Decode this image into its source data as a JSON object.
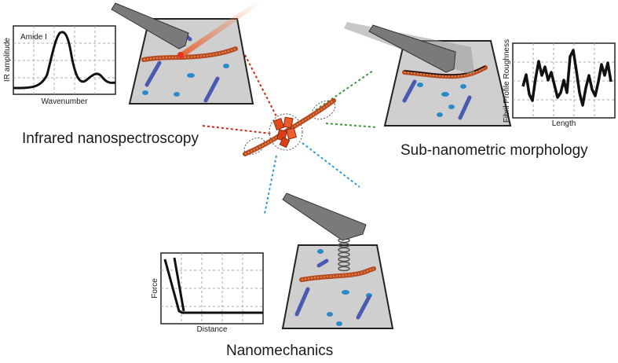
{
  "captions": {
    "infrared": "Infrared nanospectroscopy",
    "morphology": "Sub-nanometric morphology",
    "mechanics": "Nanomechanics"
  },
  "plots": {
    "ir": {
      "ylabel": "IR amplitude",
      "xlabel": "Wavenumber",
      "annotation": "Amide I"
    },
    "roughness": {
      "ylabel": "Fibril Profile Roughness",
      "xlabel": "Length"
    },
    "force": {
      "ylabel": "Force",
      "xlabel": "Distance"
    }
  },
  "colors": {
    "link_infrared": "#cc2a1a",
    "link_morphology": "#3a9a3a",
    "link_mechanics": "#2a9ad8",
    "fibril": "#c85a2a",
    "sample_plate": "#c8c8c8",
    "cantilever": "#6a6a6a",
    "laser": "#f0a070",
    "particle_blue": "#2a8ac8",
    "rod_blue": "#4a5ab0"
  },
  "icons": {
    "fibril_cluster": "protein-aggregate-icon",
    "cantilever": "afm-cantilever-icon",
    "spring": "spring-icon",
    "laser": "laser-beam-icon"
  }
}
